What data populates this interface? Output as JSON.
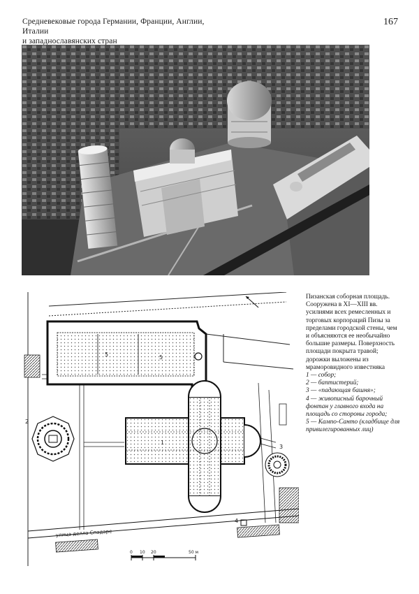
{
  "header": {
    "running_title_line1": "Средневековые города Германии, Франции, Англии, Италии",
    "running_title_line2": "и западнославянских стран",
    "page_number": "167"
  },
  "photo": {
    "subject": "aerial-photo"
  },
  "plan": {
    "labels": {
      "l1": "1",
      "l2": "2",
      "l3": "3",
      "l4": "4",
      "l5a": "5",
      "l5b": "5"
    },
    "street": "улица делла Спадаре",
    "scale": {
      "t0": "0",
      "t10": "10",
      "t20": "20",
      "t50": "50 м"
    }
  },
  "caption": {
    "body": "Пизанская соборная площадь. Сооружена в XI—XIII вв. усилиями всех ремесленных и торговых корпораций Пизы за пределами городской стены, чем и объясняются ее необычайно большие размеры. Поверхность площади покрыта травой; дорожки выложены из мраморовидного известняка",
    "legend": [
      "1 — собор;",
      "2 — баптистерий;",
      "3 — «падающая башня»;",
      "4 — живописный барочный фонтан у главного входа на площадь со стороны города;",
      "5 — Кампо-Санто (кладбище для привилегированных лиц)"
    ]
  }
}
